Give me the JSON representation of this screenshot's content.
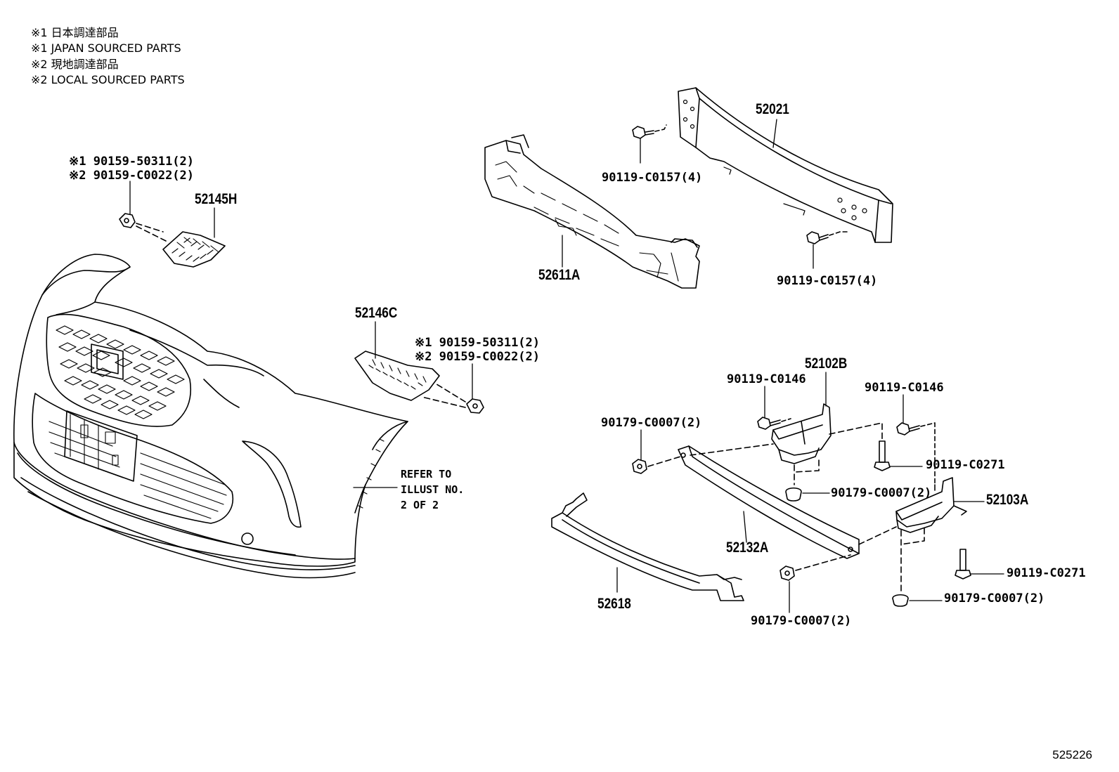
{
  "notes": [
    "※1 日本調達部品",
    "※1 JAPAN SOURCED PARTS",
    "※2 現地調達部品",
    "※2 LOCAL SOURCED PARTS"
  ],
  "labels": {
    "p52145H": "52145H",
    "clip_top_1": "※1 90159-50311(2)",
    "clip_top_2": "※2 90159-C0022(2)",
    "p52146C": "52146C",
    "clip_mid_1": "※1 90159-50311(2)",
    "clip_mid_2": "※2 90159-C0022(2)",
    "p52611A": "52611A",
    "p52021": "52021",
    "bolt_upper": "90119-C0157(4)",
    "bolt_lower": "90119-C0157(4)",
    "p52102B": "52102B",
    "bolt_c0146_left": "90119-C0146",
    "bolt_c0146_right": "90119-C0146",
    "nut_left": "90179-C0007(2)",
    "bolt_c0271_upper": "90119-C0271",
    "nut_mid": "90179-C0007(2)",
    "p52103A": "52103A",
    "p52132A": "52132A",
    "bolt_c0271_lower": "90119-C0271",
    "nut_right": "90179-C0007(2)",
    "p52618": "52618",
    "nut_bottom": "90179-C0007(2)"
  },
  "refer_note": [
    "REFER TO",
    "ILLUST NO.",
    "2 OF 2"
  ],
  "figure_number": "525226"
}
